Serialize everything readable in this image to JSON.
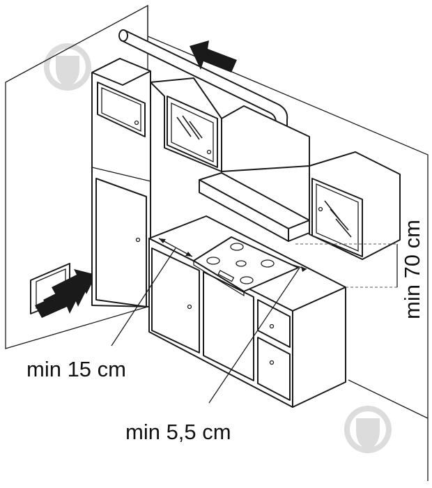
{
  "labels": {
    "min_side_gap": "min 15 cm",
    "min_back_gap": "min 5,5 cm",
    "min_hood_height": "min 70 cm"
  },
  "colors": {
    "line": "#1a1a1a",
    "watermark": "#dcdcdc"
  },
  "icons": {
    "watermark": "drop-shield-icon",
    "arrow": "flow-arrow-icon"
  }
}
